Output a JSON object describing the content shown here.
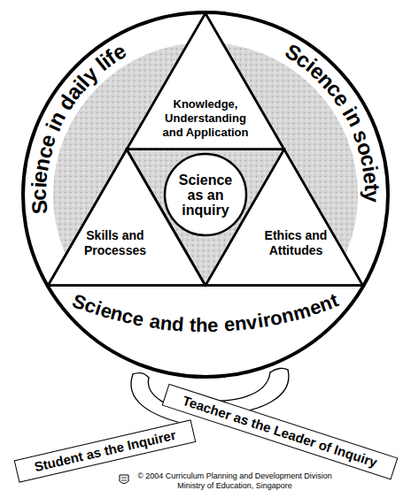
{
  "diagram": {
    "nodes": [
      {
        "text": [
          "Science in daily life",
          "Science in society",
          "Science and the environment"
        ]
      },
      {
        "text": [
          "Knowledge, Understanding and Application"
        ],
        "in": 0
      },
      {
        "text": [
          "Skills and Processes"
        ],
        "in": 0
      },
      {
        "text": [
          "Science as an inquiry"
        ],
        "in": 0
      },
      {
        "text": [
          "Ethics and Attitudes"
        ],
        "in": 0
      },
      {
        "text": [
          "Student as the Inquirer"
        ]
      },
      {
        "text": [
          "Teacher as the Leader of Inquiry"
        ]
      }
    ],
    "labels": [
      "© 2004 Curriculum Planning and Development Division",
      "Ministry of Education, Singapore"
    ]
  }
}
